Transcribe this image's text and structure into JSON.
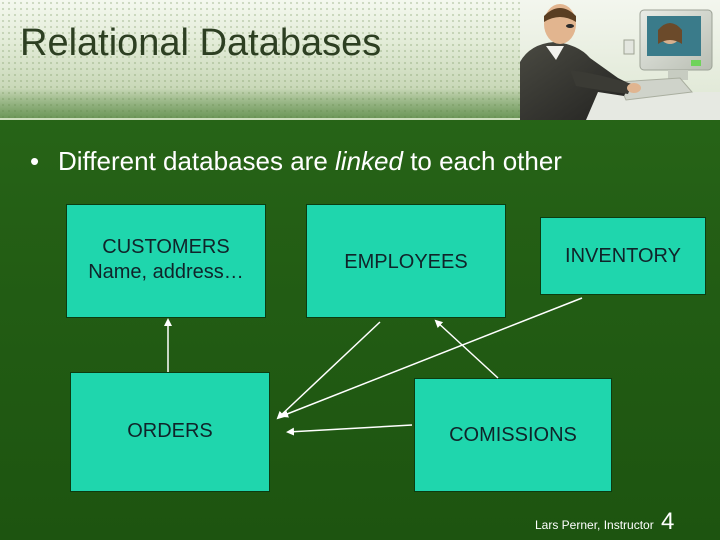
{
  "slide": {
    "title": "Relational Databases",
    "bullet": {
      "marker": "•",
      "before": "Different databases are ",
      "emphasis": "linked",
      "after": " to each other"
    },
    "boxes": {
      "customers": {
        "line1": "CUSTOMERS",
        "line2": "Name, address…"
      },
      "employees": {
        "line1": "EMPLOYEES"
      },
      "inventory": {
        "line1": "INVENTORY"
      },
      "orders": {
        "line1": "ORDERS"
      },
      "comissions": {
        "line1": "COMISSIONS"
      }
    },
    "footer": "Lars Perner, Instructor",
    "page_number": "4"
  },
  "colors": {
    "box_fill": "#1fd6ad",
    "background": "#245f15",
    "arrow": "#ffffff"
  }
}
